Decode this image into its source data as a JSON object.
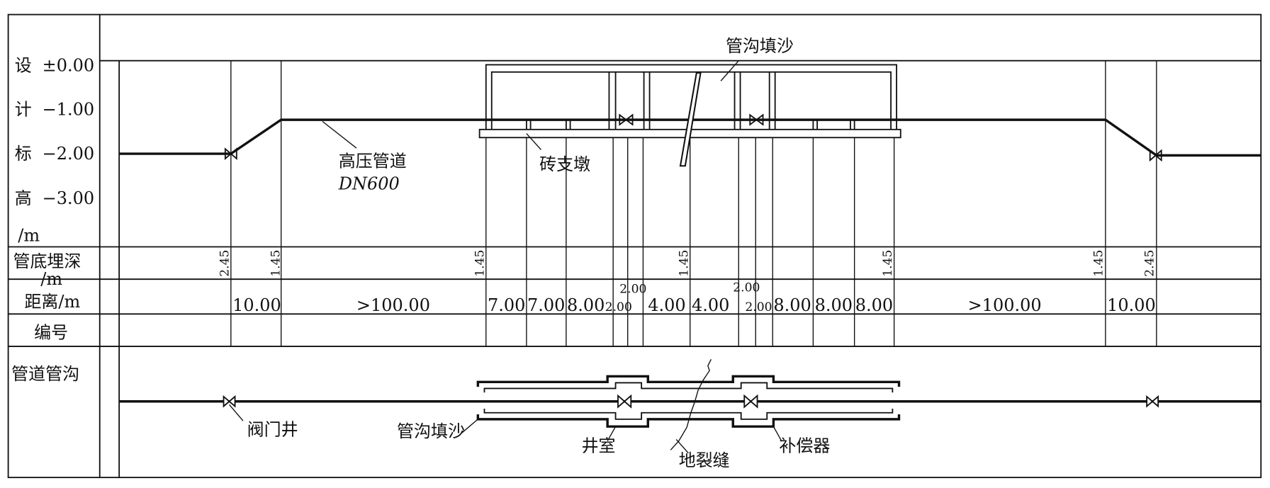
{
  "axis_labels": {
    "elev": [
      {
        "char": "设",
        "value": "±0.00"
      },
      {
        "char": "计",
        "value": "−1.00"
      },
      {
        "char": "标",
        "value": "−2.00"
      },
      {
        "char": "高",
        "value": "−3.00"
      }
    ],
    "elev_unit": "/m",
    "depth": "管底埋深",
    "depth_unit": "/m",
    "distance": "距离/m",
    "number": "编号",
    "plan": "管道管沟"
  },
  "annotations": {
    "pipe_name": "高压管道",
    "pipe_size": "DN600",
    "brick_pier": "砖支墩",
    "trench_sand_top": "管沟填沙",
    "valve_well": "阀门井",
    "trench_sand_bottom": "管沟填沙",
    "well_chamber": "井室",
    "ground_fissure": "地裂缝",
    "compensator": "补偿器"
  },
  "depths": [
    "2.45",
    "1.45",
    "1.45",
    "1.45",
    "1.45",
    "1.45",
    "2.45"
  ],
  "distances": [
    "10.00",
    ">100.00",
    "7.00",
    "7.00",
    "8.00",
    "2.00",
    "2.00",
    "4.00",
    "4.00",
    "2.00",
    "2.00",
    "8.00",
    "8.00",
    "8.00",
    ">100.00",
    "10.00"
  ]
}
